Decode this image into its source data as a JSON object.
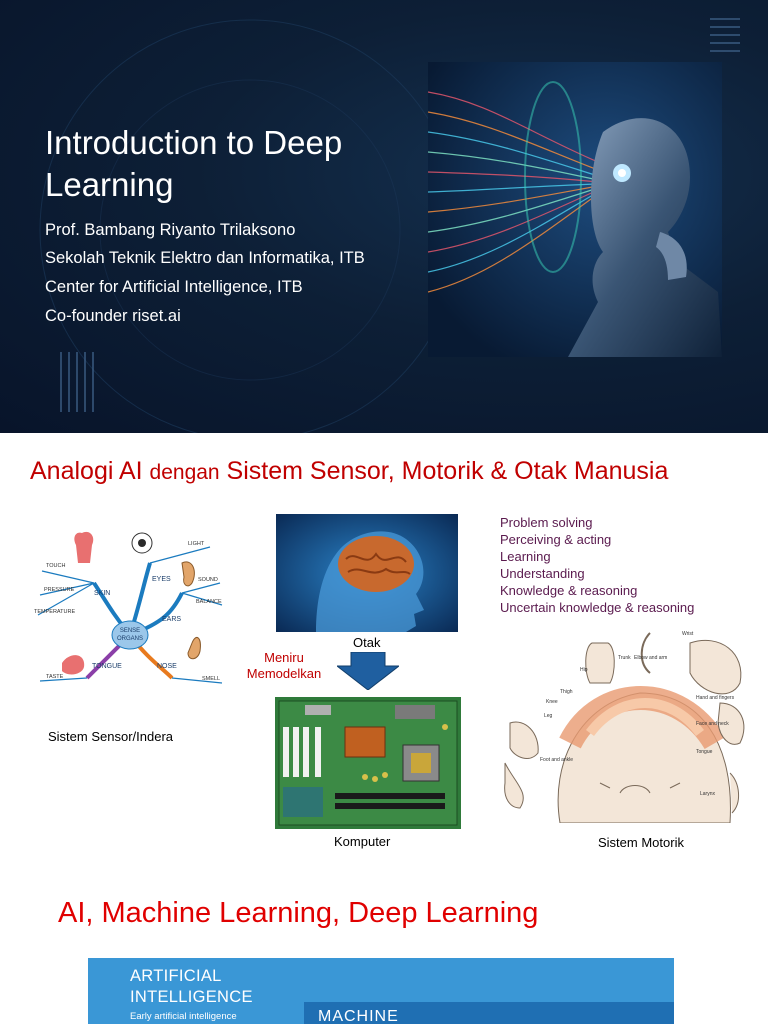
{
  "slide1": {
    "title_line1": "Introduction to Deep",
    "title_line2": "Learning",
    "author": "Prof. Bambang Riyanto Trilaksono",
    "affiliation1": "Sekolah Teknik Elektro dan Informatika, ITB",
    "affiliation2": "Center for Artificial Intelligence, ITB",
    "affiliation3": "Co-founder riset.ai"
  },
  "slide2": {
    "title_part1": "Analogi AI ",
    "title_part2": "dengan",
    "title_part3": " Sistem Sensor, Motorik & Otak Manusia",
    "sensor_caption": "Sistem Sensor/Indera",
    "brain_caption": "Otak",
    "arrow_label_line1": "Meniru",
    "arrow_label_line2": "Memodelkan",
    "computer_caption": "Komputer",
    "motor_caption": "Sistem Motorik",
    "mindmap": {
      "center_line1": "SENSE",
      "center_line2": "ORGANS",
      "branches": [
        "SKIN",
        "EYES",
        "EARS",
        "NOSE",
        "TONGUE"
      ],
      "leaves": [
        "TOUCH",
        "PRESSURE",
        "TEMPERATURE",
        "LIGHT",
        "SOUND",
        "BALANCE",
        "SMELL",
        "TASTE"
      ]
    },
    "motor_labels": [
      "Wrist",
      "Hip",
      "Trunk",
      "Elbow and arm",
      "Thigh",
      "Knee",
      "Leg",
      "Hand and fingers",
      "Face and neck",
      "Tongue",
      "Foot and ankle",
      "Larynx"
    ],
    "perception_items": [
      "Problem solving",
      "Perceiving & acting",
      "Learning",
      "Understanding",
      "Knowledge & reasoning",
      "Uncertain knowledge & reasoning"
    ],
    "colors": {
      "title_red": "#c00000",
      "list_purple": "#5a1a4e",
      "arrow_blue": "#1f5fa0"
    }
  },
  "slide3": {
    "title": "AI, Machine Learning, Deep Learning",
    "ai_label_line1": "ARTIFICIAL",
    "ai_label_line2": "INTELLIGENCE",
    "ai_sublabel": "Early artificial intelligence",
    "ml_label": "MACHINE",
    "colors": {
      "title_red": "#e00000",
      "ai_blue": "#3a97d6",
      "ml_blue": "#1f6fb3"
    }
  }
}
